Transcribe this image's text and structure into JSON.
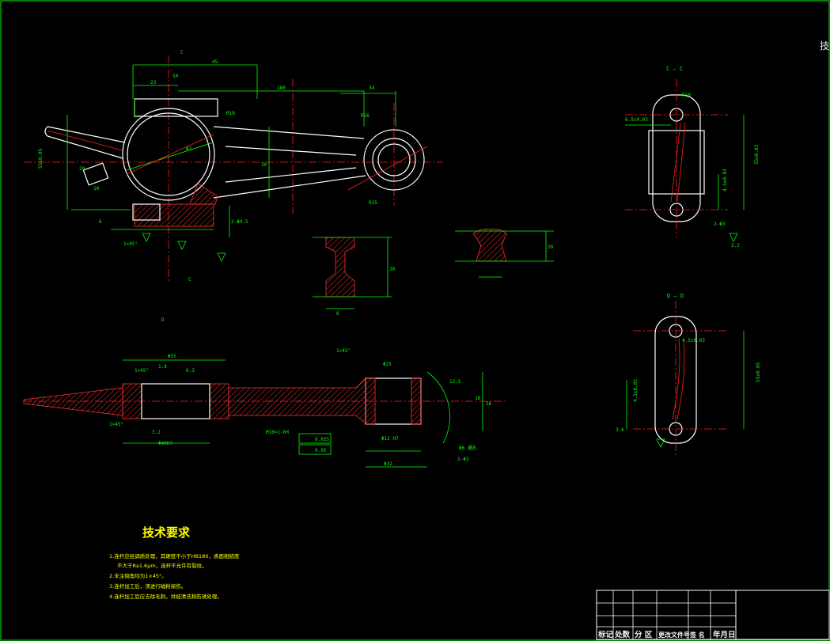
{
  "sections": {
    "cc": "C — C",
    "dd": "D — D",
    "c_mark": "C",
    "d_mark": "D"
  },
  "dimensions": {
    "d45": "45",
    "d50": "50",
    "d23": "23",
    "d180": "180",
    "d34": "34",
    "r18": "R18",
    "r16": "R16",
    "r25": "R25",
    "phi2": "Φ2",
    "d30": "30",
    "d6": "6",
    "d20": "20",
    "d10": "10",
    "d55": "55±0.05",
    "chamfer": "1×45°",
    "d2015": "2-Φ4.5",
    "h65": "6.5±0.03",
    "h55": "55±0.03",
    "h45": "4.5±0.03",
    "h2m3": "2-Φ3",
    "r10": "R10",
    "h45b": "4.5±0.03",
    "h55b": "55±0.05",
    "h3": "3.6",
    "phi55": "Φ55",
    "phi40": "Φ40H7",
    "phi25": "Φ25",
    "phi32": "Φ32",
    "d26": "26",
    "d18": "18",
    "bore": "Φ12 H7",
    "tol1": "0.025",
    "tol2": "0.05",
    "thread": "M10×1-6H",
    "hole_note": "Φ6 通孔",
    "surf": "3.2",
    "surf2": "6.3",
    "surf3": "1.6",
    "surf4": "12.5",
    "spline": "2-Φ3"
  },
  "tech": {
    "title": "技术要求",
    "items": [
      "1.连杆应经调质处理，其硬度不小于HB180，表面粗糙度",
      "不大于Ra1.6μm，连杆不允许有裂纹。",
      "2.未注倒角均为1×45°。",
      "3.连杆加工后，须进行磁粉探伤。",
      "4.连杆加工后应去除毛刺，并经清洗和防锈处理。"
    ]
  },
  "title_block": {
    "cells": [
      "标记",
      "处数",
      "分 区",
      "更改文件号",
      "签 名",
      "年月日"
    ]
  },
  "right_edge": "技"
}
